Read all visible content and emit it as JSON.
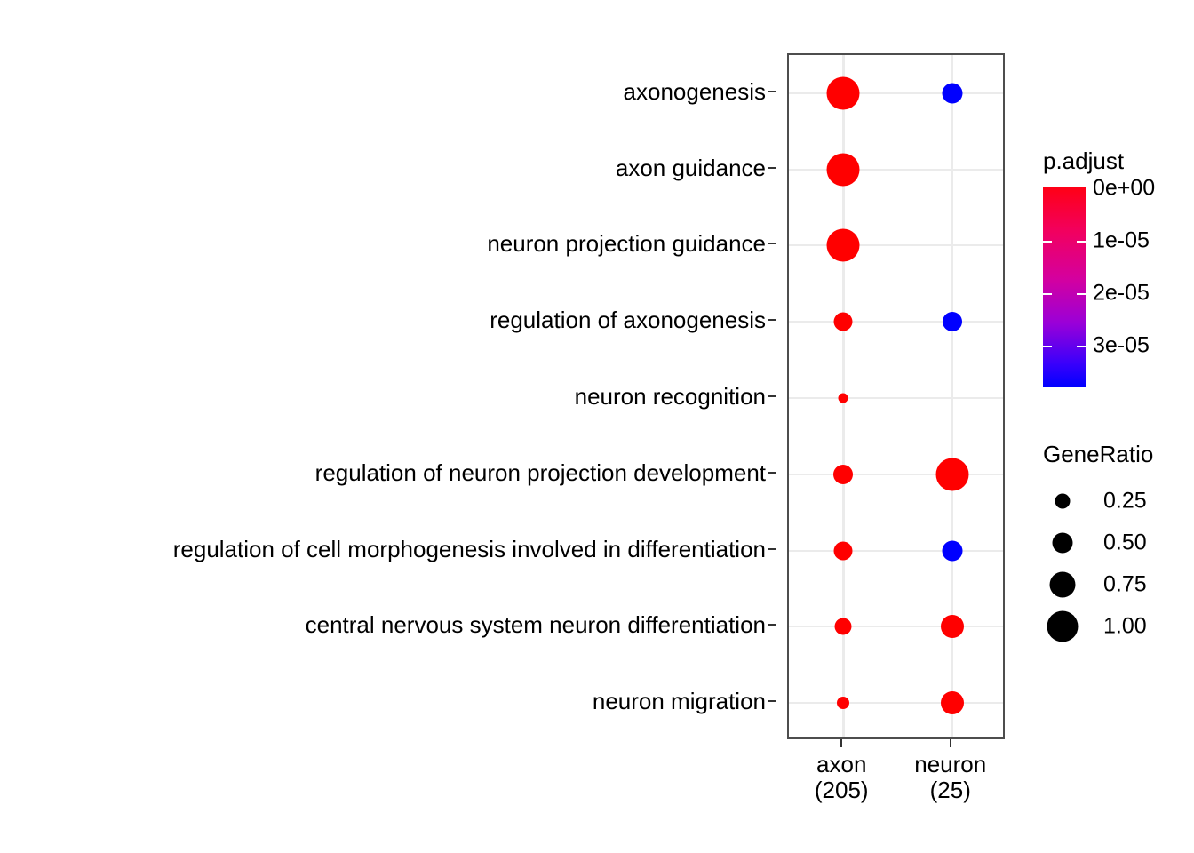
{
  "chart_data": {
    "type": "scatter",
    "title": "",
    "xlabel": "",
    "ylabel": "",
    "categories_x": [
      {
        "label": "axon",
        "count_label": "(205)",
        "count": 205
      },
      {
        "label": "neuron",
        "count_label": "(25)",
        "count": 25
      }
    ],
    "categories_y": [
      "axonogenesis",
      "axon guidance",
      "neuron projection guidance",
      "regulation of axonogenesis",
      "neuron recognition",
      "regulation of neuron projection development",
      "regulation of cell morphogenesis involved in differentiation",
      "central nervous system neuron differentiation",
      "neuron migration"
    ],
    "points": [
      {
        "x": "axon",
        "y": "axonogenesis",
        "GeneRatio": 1.0,
        "p.adjust": 0.0,
        "color": "#ff0000",
        "diameter": 37
      },
      {
        "x": "neuron",
        "y": "axonogenesis",
        "GeneRatio": 0.48,
        "p.adjust": 3.4e-05,
        "color": "#0000ff",
        "diameter": 23
      },
      {
        "x": "axon",
        "y": "axon guidance",
        "GeneRatio": 1.0,
        "p.adjust": 0.0,
        "color": "#ff0000",
        "diameter": 37
      },
      {
        "x": "axon",
        "y": "neuron projection guidance",
        "GeneRatio": 1.0,
        "p.adjust": 0.0,
        "color": "#ff0000",
        "diameter": 37
      },
      {
        "x": "axon",
        "y": "regulation of axonogenesis",
        "GeneRatio": 0.42,
        "p.adjust": 1e-06,
        "color": "#ff0000",
        "diameter": 21
      },
      {
        "x": "neuron",
        "y": "regulation of axonogenesis",
        "GeneRatio": 0.46,
        "p.adjust": 3.4e-05,
        "color": "#0000ff",
        "diameter": 22
      },
      {
        "x": "axon",
        "y": "neuron recognition",
        "GeneRatio": 0.14,
        "p.adjust": 1e-06,
        "color": "#ff0000",
        "diameter": 11
      },
      {
        "x": "axon",
        "y": "regulation of neuron projection development",
        "GeneRatio": 0.44,
        "p.adjust": 1e-06,
        "color": "#ff0000",
        "diameter": 22
      },
      {
        "x": "neuron",
        "y": "regulation of neuron projection development",
        "GeneRatio": 1.0,
        "p.adjust": 0.0,
        "color": "#ff0000",
        "diameter": 37
      },
      {
        "x": "axon",
        "y": "regulation of cell morphogenesis involved in differentiation",
        "GeneRatio": 0.42,
        "p.adjust": 1e-06,
        "color": "#ff0000",
        "diameter": 21
      },
      {
        "x": "neuron",
        "y": "regulation of cell morphogenesis involved in differentiation",
        "GeneRatio": 0.46,
        "p.adjust": 3.4e-05,
        "color": "#0000ff",
        "diameter": 23
      },
      {
        "x": "axon",
        "y": "central nervous system neuron differentiation",
        "GeneRatio": 0.36,
        "p.adjust": 1e-06,
        "color": "#ff0000",
        "diameter": 19
      },
      {
        "x": "neuron",
        "y": "central nervous system neuron differentiation",
        "GeneRatio": 0.55,
        "p.adjust": 1e-06,
        "color": "#ff0000",
        "diameter": 26
      },
      {
        "x": "axon",
        "y": "neuron migration",
        "GeneRatio": 0.22,
        "p.adjust": 1e-06,
        "color": "#ff0000",
        "diameter": 14
      },
      {
        "x": "neuron",
        "y": "neuron migration",
        "GeneRatio": 0.55,
        "p.adjust": 1e-06,
        "color": "#ff0000",
        "diameter": 26
      }
    ],
    "grid": true,
    "legend_position": "right"
  },
  "legends": {
    "padjust": {
      "title": "p.adjust",
      "ticks": [
        "0e+00",
        "1e-05",
        "2e-05",
        "3e-05"
      ],
      "color_high": "#ff0000",
      "color_low": "#0000ff"
    },
    "generatio": {
      "title": "GeneRatio",
      "items": [
        {
          "label": "0.25",
          "value": 0.25,
          "diameter": 17
        },
        {
          "label": "0.50",
          "value": 0.5,
          "diameter": 23
        },
        {
          "label": "0.75",
          "value": 0.75,
          "diameter": 29
        },
        {
          "label": "1.00",
          "value": 1.0,
          "diameter": 35
        }
      ],
      "dot_color": "#000000"
    }
  }
}
